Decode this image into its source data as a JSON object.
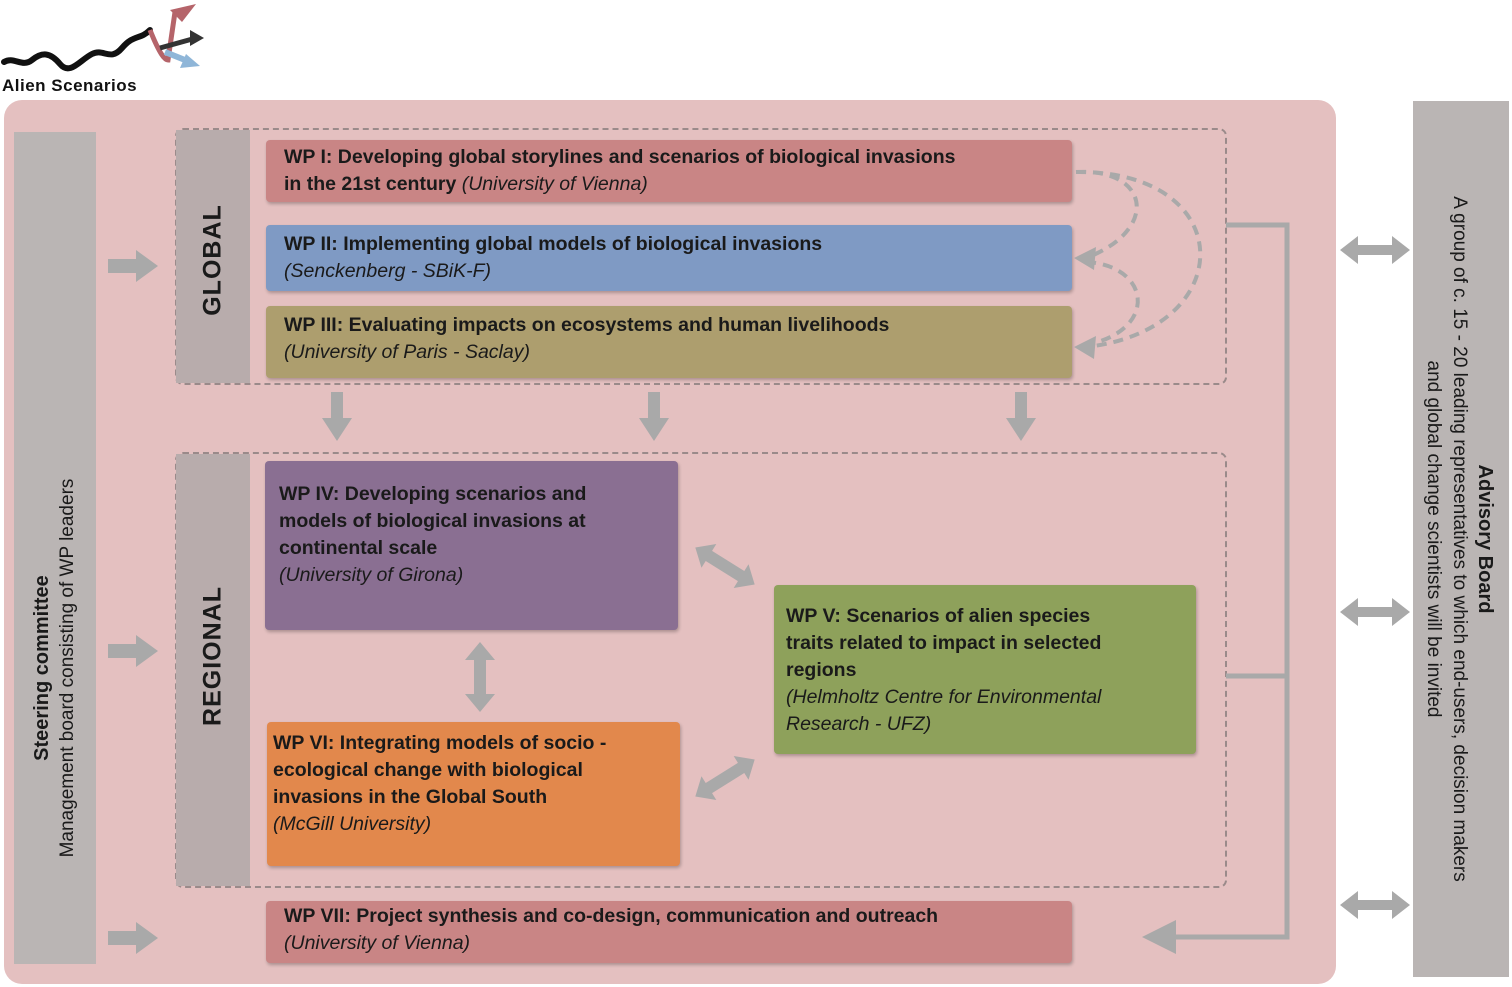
{
  "logo": {
    "text": "Alien Scenarios"
  },
  "steering": {
    "title": "Steering committee",
    "subtitle": "Management board consisting of WP leaders"
  },
  "advisory": {
    "title": "Advisory Board",
    "line1": "A group of c.  15 - 20 leading representatives to which end-users, decision makers",
    "line2": "and global change scientists will be invited"
  },
  "sections": {
    "global": "GLOBAL",
    "regional": "REGIONAL"
  },
  "wp1": {
    "title_line1": "WP I: Developing global storylines and scenarios of biological invasions",
    "title_line2": "in the 21st century",
    "institution": "(University of Vienna)",
    "color": "#c98585"
  },
  "wp2": {
    "title": "WP II: Implementing global models of biological invasions",
    "institution": "(Senckenberg - SBiK-F)",
    "color": "#7f9ac4"
  },
  "wp3": {
    "title": "WP III: Evaluating impacts on ecosystems and human livelihoods",
    "institution": "(University of Paris - Saclay)",
    "color": "#ad9e6e"
  },
  "wp4": {
    "title_lines": [
      "WP IV: Developing scenarios and",
      "models of biological invasions at",
      "continental scale"
    ],
    "institution": "(University of Girona)",
    "color": "#8a6f92"
  },
  "wp5": {
    "title_lines": [
      "WP V: Scenarios of alien species",
      "traits related to impact in selected",
      "regions"
    ],
    "institution_lines": [
      "(Helmholtz Centre for Environmental",
      "Research - UFZ)"
    ],
    "color": "#8ea15b"
  },
  "wp6": {
    "title_lines": [
      "WP VI: Integrating models of socio -",
      "ecological change with biological",
      "invasions in the Global South"
    ],
    "institution": "(McGill University)",
    "color": "#e2884c"
  },
  "wp7": {
    "title": "WP VII: Project synthesis and co-design, communication and outreach",
    "institution": "(University of Vienna)",
    "color": "#c98585"
  },
  "colors": {
    "panel": "#e4c0c0",
    "sidebar": "#bab5b4",
    "arrow": "#a9a9a9"
  }
}
